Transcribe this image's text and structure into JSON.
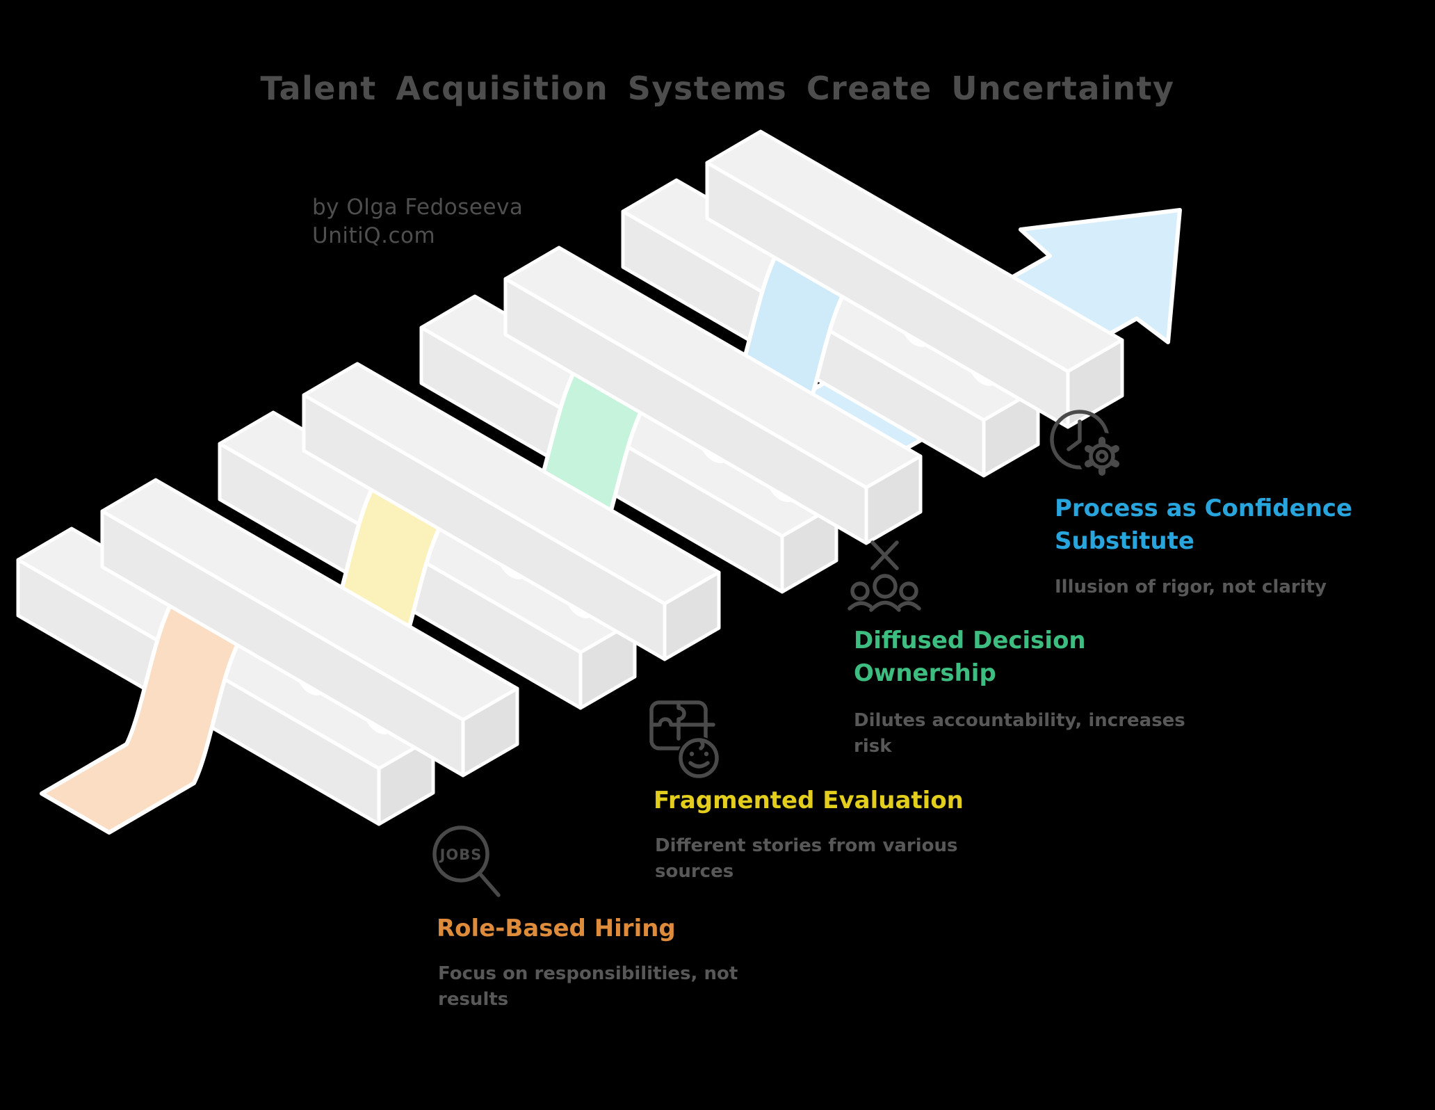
{
  "title": "Talent Acquisition Systems Create Uncertainty",
  "byline": {
    "line1": "by Olga Fedoseeva",
    "line2": "UnitiQ.com"
  },
  "palette": {
    "background": "#000000",
    "title_text": "#4D4D4D",
    "subtitle_text": "#585858",
    "outline": "#FFFFFF",
    "bar_top": "#F1F1F1",
    "bar_front": "#EAEAEA",
    "bar_cap": "#E1E1E1",
    "arrow": "#D6EEFB",
    "icon_stroke": "#4A4A4A"
  },
  "steps": [
    {
      "name": "role-based-hiring",
      "accent": "#DE8C3B",
      "ribbon": "#FBDDC3",
      "icon": "jobs-magnifier-icon",
      "icon_text": "JOBS",
      "title_lines": [
        "Role-Based Hiring"
      ],
      "subtitle_lines": [
        "Focus on responsibilities, not",
        "results"
      ]
    },
    {
      "name": "fragmented-evaluation",
      "accent": "#E3CE1E",
      "ribbon": "#FBF1BA",
      "icon": "puzzle-smiley-icon",
      "title_lines": [
        "Fragmented Evaluation"
      ],
      "subtitle_lines": [
        "Different stories from various",
        "sources"
      ]
    },
    {
      "name": "diffused-decision-ownership",
      "accent": "#3EBD81",
      "ribbon": "#C6F3DB",
      "icon": "crossed-out-people-icon",
      "title_lines": [
        "Diffused Decision",
        "Ownership"
      ],
      "subtitle_lines": [
        "Dilutes accountability, increases",
        "risk"
      ]
    },
    {
      "name": "process-as-confidence-substitute",
      "accent": "#29A5DE",
      "ribbon": "#CFEAF9",
      "icon": "clock-gear-icon",
      "title_lines": [
        "Process as Confidence",
        "Substitute"
      ],
      "subtitle_lines": [
        "Illusion of rigor, not clarity"
      ]
    }
  ]
}
